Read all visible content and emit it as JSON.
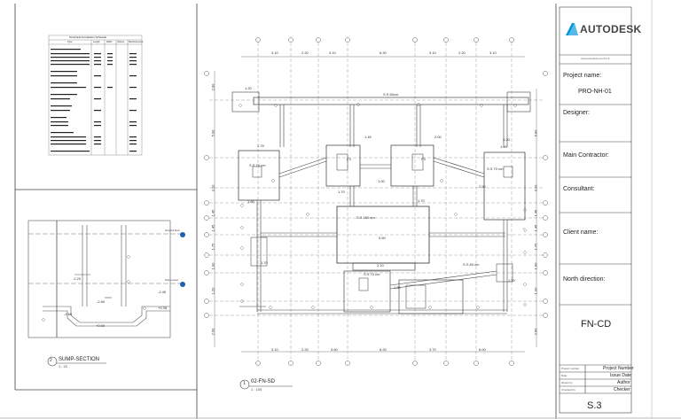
{
  "titleblock": {
    "brand": "AUTODESK",
    "brand_sub": "www.autodesk.com/revit",
    "project_name_label": "Project name:",
    "project_name": "PRO-NH-01",
    "designer_label": "Designer:",
    "main_contractor_label": "Main Contractor:",
    "consultant_label": "Consultant:",
    "client_name_label": "Client name:",
    "north_direction_label": "North direction:",
    "sheet_name": "FN-CD",
    "rows": [
      {
        "label": "Project number",
        "value": "Project Number"
      },
      {
        "label": "Date",
        "value": "Issue Date"
      },
      {
        "label": "Drawn by",
        "value": "Author"
      },
      {
        "label": "Checked by",
        "value": "Checker"
      }
    ],
    "sheet_number": "S.3"
  },
  "views": {
    "sump_section_number": "2",
    "sump_section_title": "SUMP-SECTION",
    "sump_section_scale": "1 : 20",
    "plan_number": "1",
    "plan_title": "02-FN-SD",
    "plan_scale": "1 : 100"
  },
  "plan_labels": {
    "dims_top": [
      "3.10",
      "2.20",
      "3.10",
      "6.30",
      "3.10",
      "2.20",
      "3.10"
    ],
    "dims_bottom": [
      "3.10",
      "2.20",
      "3.60",
      "6.20",
      "3.70",
      "6.00"
    ],
    "dims_left": [
      "2.00",
      "5.90",
      "3.10",
      "1.45",
      "1.45",
      "1.75",
      "1.90",
      "1.20",
      "2.60"
    ],
    "dims_right": [
      "5.90",
      "3.10",
      "1.45",
      "1.45",
      "1.75",
      "1.90",
      "1.20",
      "2.60"
    ],
    "beam_top": "S.S 60cm",
    "slab_center": "S.S 160 cm",
    "slab_left": "S.S 70 cm",
    "slab_right": "S.S 70 cm",
    "slab_bottom": "S.S 70 cm",
    "slab_br": "S.S 60 cm",
    "f3a": "F3",
    "f3b": "F3",
    "center_val": "0.60",
    "misc": [
      "1.20",
      "2.10",
      "1.70",
      "1.70",
      "3.20",
      "1.60",
      "2.50",
      "1.75",
      "1.80",
      "1.45",
      "2.00",
      "1.70",
      "1.80",
      "1.50",
      "1.00"
    ]
  },
  "section_labels": {
    "lvl1": "-2.20",
    "lvl2": "-2.45",
    "lvl3": "-2.60",
    "lvl4": "+0.35",
    "lvl5": "+0.00",
    "lvl6": "-2.60",
    "tag1": "Ground floor",
    "tag2": "Sump level"
  },
  "schedule": {
    "title": "Structural Foundation Schedule",
    "headers": [
      "Type",
      "Length",
      "Width",
      "Volume",
      "Reinforcement"
    ]
  }
}
